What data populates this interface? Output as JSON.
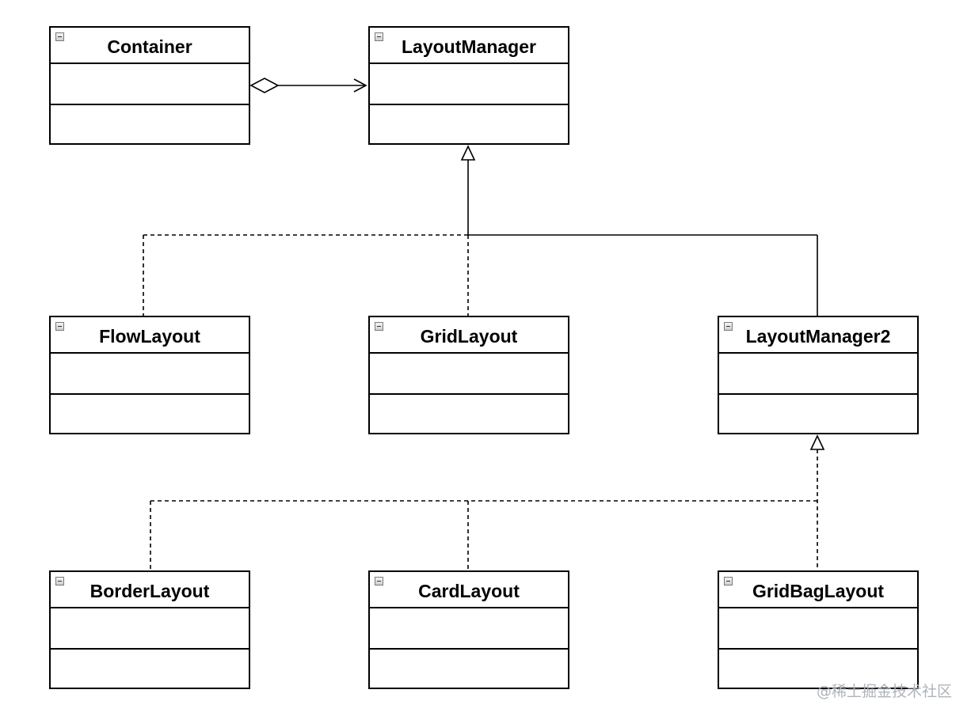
{
  "classes": {
    "container": {
      "name": "Container"
    },
    "layout_manager": {
      "name": "LayoutManager"
    },
    "flow_layout": {
      "name": "FlowLayout"
    },
    "grid_layout": {
      "name": "GridLayout"
    },
    "layout_manager2": {
      "name": "LayoutManager2"
    },
    "border_layout": {
      "name": "BorderLayout"
    },
    "card_layout": {
      "name": "CardLayout"
    },
    "gridbag_layout": {
      "name": "GridBagLayout"
    }
  },
  "watermark": "@稀土掘金技术社区"
}
